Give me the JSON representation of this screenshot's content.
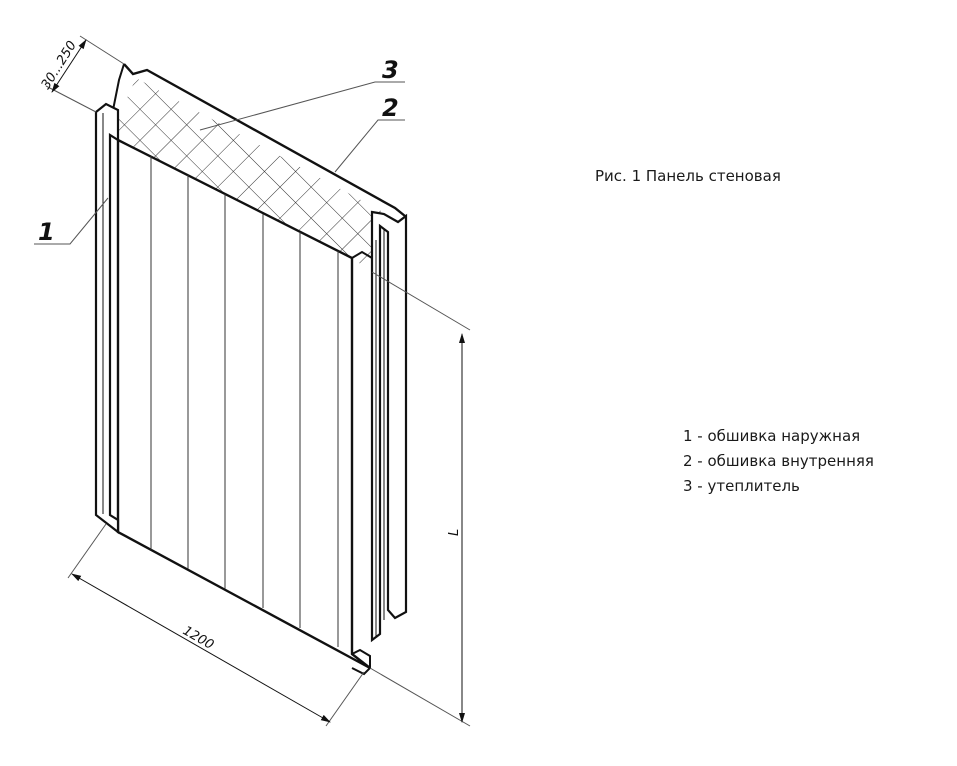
{
  "figure": {
    "caption": "Рис. 1 Панель стеновая"
  },
  "callouts": [
    "1",
    "2",
    "3"
  ],
  "dimensions": {
    "thickness": "30...250",
    "width": "1200",
    "length": "L"
  },
  "legend": {
    "items": [
      "1 - обшивка наружная",
      "2 - обшивка внутренняя",
      "3 - утеплитель"
    ]
  },
  "colors": {
    "line": "#111111",
    "thin_line": "#555555"
  }
}
